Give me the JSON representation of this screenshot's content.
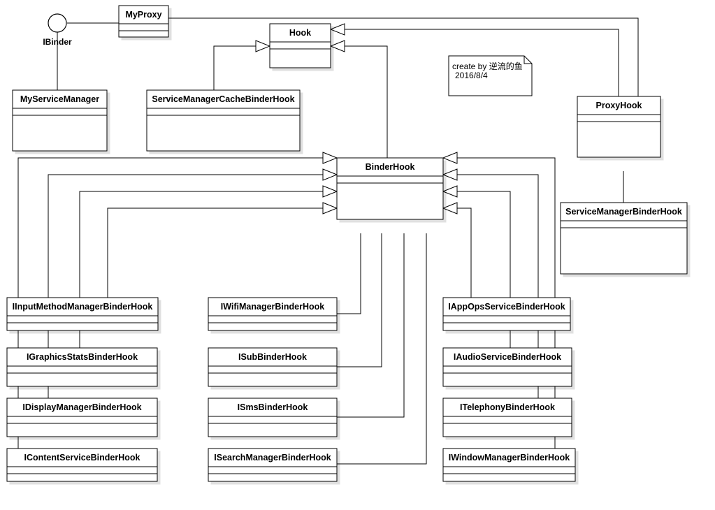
{
  "interface": {
    "name": "IBinder"
  },
  "note": {
    "line1": "create by 逆流的鱼",
    "line2": "2016/8/4"
  },
  "classes": [
    {
      "id": "myproxy",
      "name": "MyProxy"
    },
    {
      "id": "hook",
      "name": "Hook"
    },
    {
      "id": "myservicemanager",
      "name": "MyServiceManager"
    },
    {
      "id": "smcachebinderhook",
      "name": "ServiceManagerCacheBinderHook"
    },
    {
      "id": "proxyhook",
      "name": "ProxyHook"
    },
    {
      "id": "binderhook",
      "name": "BinderHook"
    },
    {
      "id": "smbinderhook",
      "name": "ServiceManagerBinderHook"
    },
    {
      "id": "iinputmethod",
      "name": "IInputMethodManagerBinderHook"
    },
    {
      "id": "igraphics",
      "name": "IGraphicsStatsBinderHook"
    },
    {
      "id": "idisplay",
      "name": "IDisplayManagerBinderHook"
    },
    {
      "id": "icontent",
      "name": "IContentServiceBinderHook"
    },
    {
      "id": "iwifi",
      "name": "IWifiManagerBinderHook"
    },
    {
      "id": "isub",
      "name": "ISubBinderHook"
    },
    {
      "id": "isms",
      "name": "ISmsBinderHook"
    },
    {
      "id": "isearch",
      "name": "ISearchManagerBinderHook"
    },
    {
      "id": "iappops",
      "name": "IAppOpsServiceBinderHook"
    },
    {
      "id": "iaudio",
      "name": "IAudioServiceBinderHook"
    },
    {
      "id": "itelephony",
      "name": "ITelephonyBinderHook"
    },
    {
      "id": "iwindow",
      "name": "IWindowManagerBinderHook"
    }
  ]
}
